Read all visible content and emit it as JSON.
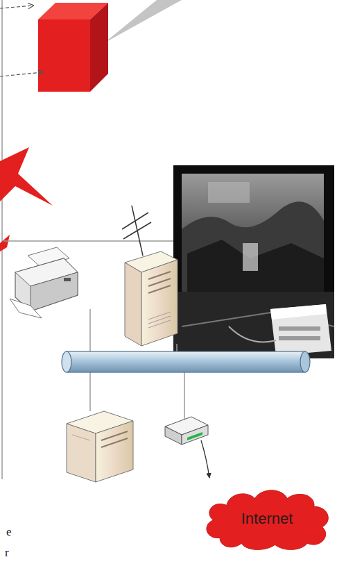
{
  "diagram": {
    "nodes": [
      {
        "text": [
          "Internet"
        ]
      }
    ],
    "labels": [
      "e",
      "r"
    ]
  }
}
